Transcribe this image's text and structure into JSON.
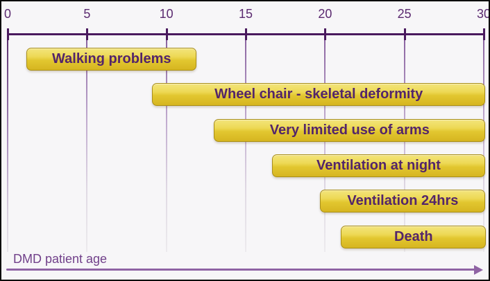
{
  "frame": {
    "background": "#f7f6f8",
    "border_color": "#0a0a0a"
  },
  "colors": {
    "axis": "#4a1a5e",
    "tick_text": "#5b2a70",
    "grid_top": "#7b4e94",
    "grid_bottom": "#d4d0d6",
    "bar_highlight": "#f3e47c",
    "bar_light": "#edd955",
    "bar_mid": "#e2c730",
    "bar_dark": "#d6b520",
    "bar_border": "#a98e17",
    "bar_text": "#53256a",
    "xlabel_text": "#71408a",
    "arrow": "#8f63a4"
  },
  "chart_data": {
    "type": "bar",
    "subtype": "gantt-timeline",
    "title": "",
    "xlabel": "DMD patient age",
    "ylabel": "",
    "xlim": [
      0,
      30
    ],
    "x_ticks": [
      0,
      5,
      10,
      15,
      20,
      25,
      30
    ],
    "grid": true,
    "legend": false,
    "bars": [
      {
        "label": "Walking problems",
        "start": 1.2,
        "end": 11.9
      },
      {
        "label": "Wheel chair - skeletal deformity",
        "start": 9.1,
        "end": 30.1
      },
      {
        "label": "Very limited use of arms",
        "start": 13.0,
        "end": 30.1
      },
      {
        "label": "Ventilation at night",
        "start": 16.65,
        "end": 30.1
      },
      {
        "label": "Ventilation 24hrs",
        "start": 19.7,
        "end": 30.1
      },
      {
        "label": "Death",
        "start": 21.0,
        "end": 30.15
      }
    ]
  },
  "axis_arrow": {
    "icon": "right-arrow-icon",
    "direction": "right"
  }
}
